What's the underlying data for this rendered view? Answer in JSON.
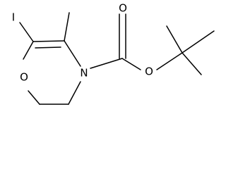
{
  "structure": {
    "atom_labels": {
      "iodine": "I",
      "nitrogen": "N",
      "ring_oxygen": "O",
      "carbonyl_oxygen": "O",
      "ester_oxygen": "O"
    }
  }
}
